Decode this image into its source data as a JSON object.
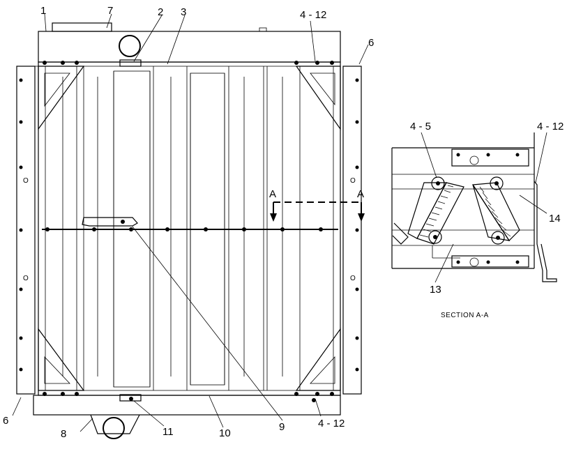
{
  "callouts": {
    "c1": "1",
    "c2": "2",
    "c3": "3",
    "c4_12_top": "4 - 12",
    "c6_right": "6",
    "c7": "7",
    "c6_left": "6",
    "c8": "8",
    "c11": "11",
    "c10": "10",
    "c9": "9",
    "c4_12_bottom": "4 - 12",
    "c4_5_section": "4 - 5",
    "c4_12_section": "4 - 12",
    "c14": "14",
    "c13": "13"
  },
  "section_markers": {
    "left": "A",
    "right": "A"
  },
  "section_caption": "SECTION  A-A",
  "side_marks": {
    "left_upper": "O",
    "left_lower": "O",
    "right_upper": "O",
    "right_lower": "O"
  }
}
